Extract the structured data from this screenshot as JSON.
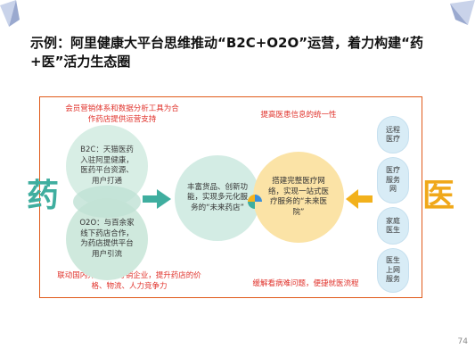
{
  "title": "示例：阿里健康大平台思维推动“B2C+O2O”运营，着力构建“药+医”活力生态圈",
  "diagram": {
    "top_left_note": "会员营销体系和数据分析工具为合作药店提供运营支持",
    "top_right_note": "提高医患信息的统一性",
    "bottom_left_note": "联动国内外生产、分销企业，提升药店的价格、物流、人力竞争力",
    "bottom_right_note": "缓解看病难问题，便捷就医流程",
    "left_char": "药",
    "right_char": "医",
    "b2c_text": "B2C：天猫医药入驻阿里健康，医药平台资源、用户打通",
    "o2o_text": "O2O：与百余家线下药店合作，为药店提供平台用户引流",
    "center_left_text": "丰富货品、创新功能，实现多元化服务的“未来药店”",
    "center_right_text": "搭建完整医疗网络，实现一站式医疗服务的“未来医院”",
    "services": [
      "远程医疗",
      "医疗服务网",
      "家庭医生",
      "医生上网服务"
    ]
  },
  "page_number": "74",
  "colors": {
    "accent_red": "#e0322b",
    "teal": "#3fae9f",
    "green_circle": "#cdeadf",
    "yellow_circle": "#fbe3a6",
    "service_blue": "#d8ecf6",
    "frame": "#e05a1a"
  }
}
